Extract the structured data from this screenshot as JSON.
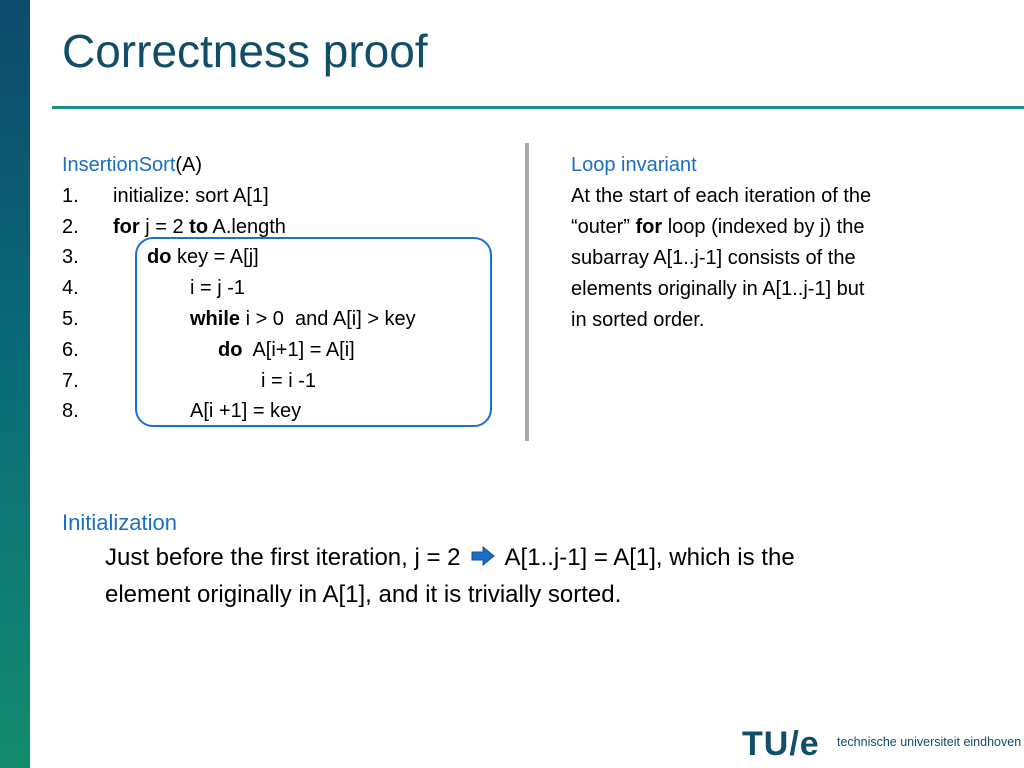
{
  "title": "Correctness proof",
  "colors": {
    "title": "#0f4d68",
    "accent_blue": "#1a6fc4",
    "rule": "#1e8f84",
    "box": "#1b6fdc"
  },
  "code": {
    "header_name": "InsertionSort",
    "header_args": "(A)",
    "lines": [
      {
        "num": "1.",
        "parts": [
          {
            "t": "initialize: sort A[1]"
          }
        ]
      },
      {
        "num": "2.",
        "parts": [
          {
            "t": "for",
            "b": true
          },
          {
            "t": " j = 2 "
          },
          {
            "t": "to",
            "b": true
          },
          {
            "t": " A.length"
          }
        ]
      },
      {
        "num": "3.",
        "parts": [
          {
            "t": "do",
            "b": true
          },
          {
            "t": " key = A[j]"
          }
        ]
      },
      {
        "num": "4.",
        "parts": [
          {
            "t": "i = j -1"
          }
        ]
      },
      {
        "num": "5.",
        "parts": [
          {
            "t": "while",
            "b": true
          },
          {
            "t": " i > 0  and A[i] > key"
          }
        ]
      },
      {
        "num": "6.",
        "parts": [
          {
            "t": "do",
            "b": true
          },
          {
            "t": "  A[i+1] = A[i]"
          }
        ]
      },
      {
        "num": "7.",
        "parts": [
          {
            "t": "i = i -1"
          }
        ]
      },
      {
        "num": "8.",
        "parts": [
          {
            "t": "A[i +1] = key"
          }
        ]
      }
    ]
  },
  "invariant": {
    "heading": "Loop invariant",
    "line1": "At the start of each iteration of the",
    "line2_pre": "“outer” ",
    "line2_bold": "for",
    "line2_post": " loop (indexed by j) the",
    "line3": "subarray A[1..j-1] consists of the",
    "line4": "elements originally in A[1..j-1] but",
    "line5": "in sorted order."
  },
  "initialization": {
    "heading": "Initialization",
    "pre_arrow": "Just before the first iteration, j = 2",
    "arrow_icon": "right-arrow-icon",
    "post_arrow": "A[1..j-1] = A[1], which is the",
    "line2": "element originally in A[1], and it is trivially sorted."
  },
  "logo": {
    "mark": "TU/e",
    "text": "technische universiteit eindhoven"
  }
}
